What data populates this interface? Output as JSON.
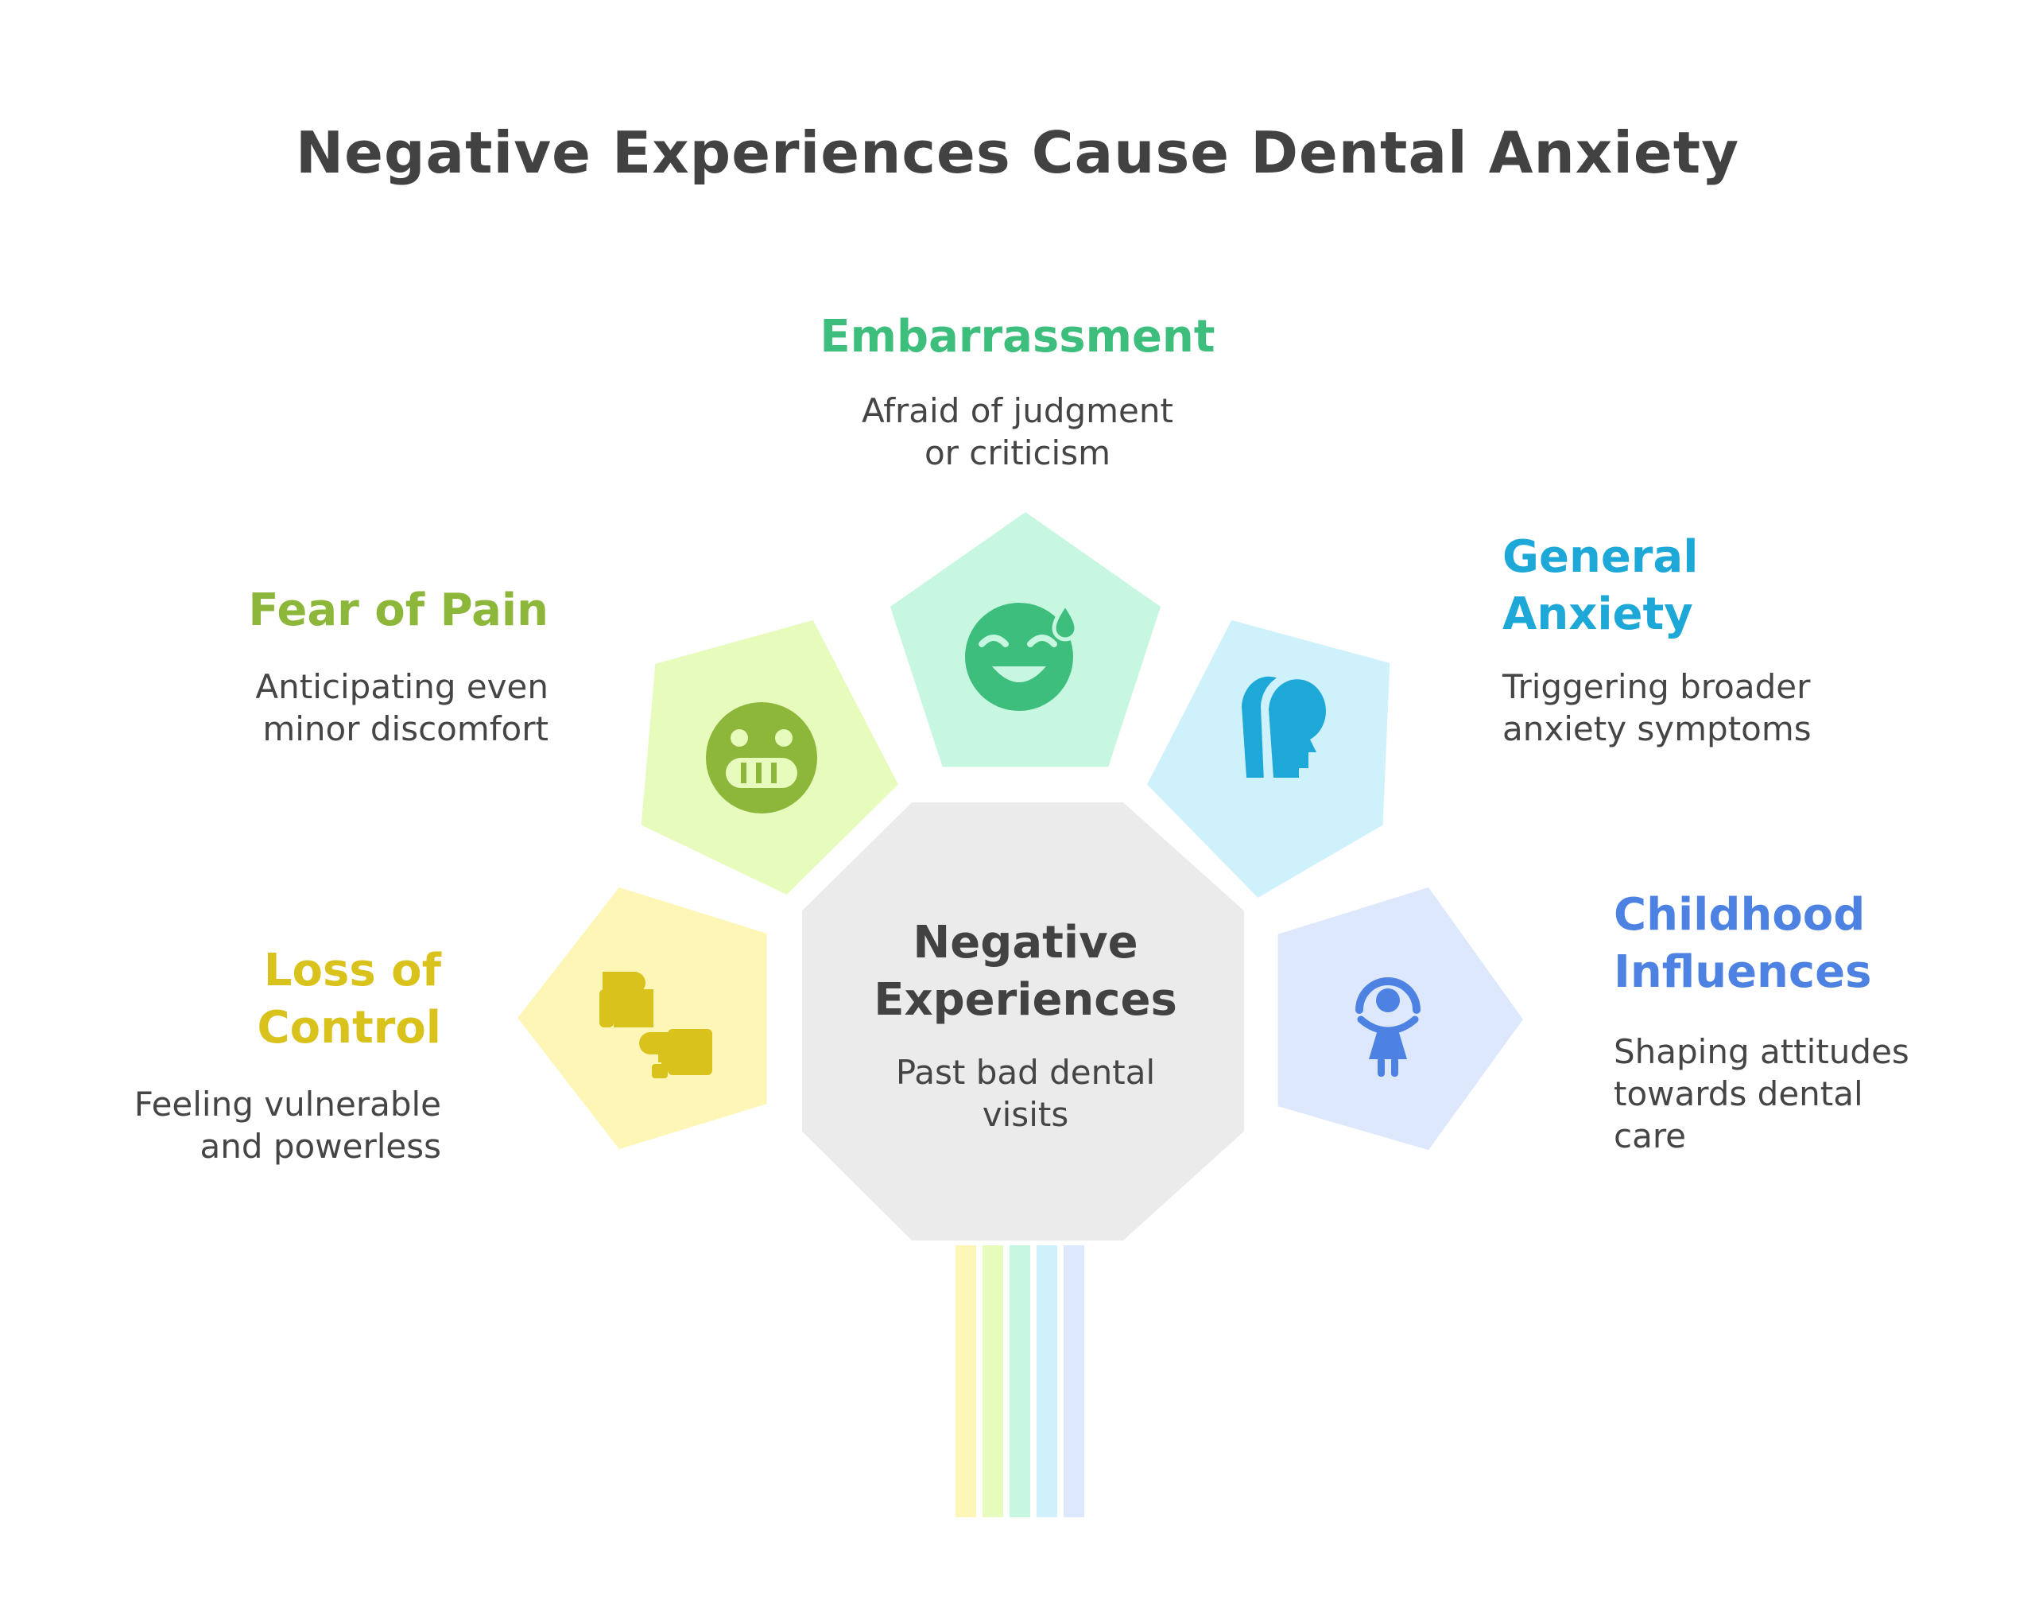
{
  "title": "Negative Experiences Cause Dental Anxiety",
  "center": {
    "title": "Negative\nExperiences",
    "description": "Past bad dental\nvisits"
  },
  "categories": [
    {
      "key": "loss_of_control",
      "title": "Loss of\nControl",
      "description": "Feeling vulnerable\nand powerless",
      "color": "#D9C21B",
      "fill": "#FDF6B7",
      "icon": "pointing-hands-icon"
    },
    {
      "key": "fear_of_pain",
      "title": "Fear of Pain",
      "description": "Anticipating even\nminor discomfort",
      "color": "#8DB73A",
      "fill": "#E7FBBD",
      "icon": "grimacing-face-icon"
    },
    {
      "key": "embarrassment",
      "title": "Embarrassment",
      "description": "Afraid of judgment\nor criticism",
      "color": "#3DBE7C",
      "fill": "#C7F7E0",
      "icon": "sweat-smile-face-icon"
    },
    {
      "key": "general_anxiety",
      "title": "General\nAnxiety",
      "description": "Triggering broader\nanxiety symptoms",
      "color": "#1DA8D8",
      "fill": "#CFF1FC",
      "icon": "overlapping-heads-icon"
    },
    {
      "key": "childhood_influences",
      "title": "Childhood\nInfluences",
      "description": "Shaping attitudes\ntowards dental\ncare",
      "color": "#4D82E3",
      "fill": "#DDE8FD",
      "icon": "child-icon"
    }
  ]
}
